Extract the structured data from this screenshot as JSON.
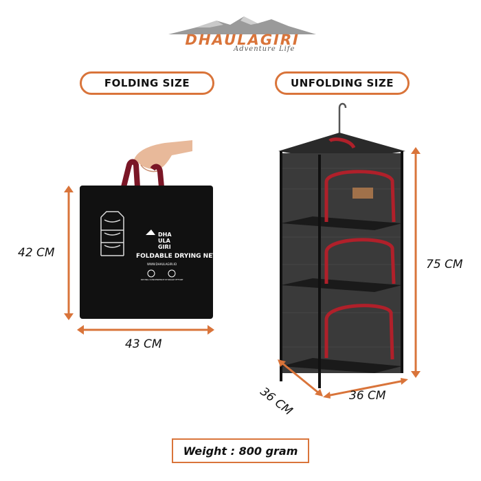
{
  "logo": {
    "brand": "DHAULAGIRI",
    "tagline": "Adventure Life"
  },
  "labels": {
    "folding": "FOLDING SIZE",
    "unfolding": "UNFOLDING SIZE"
  },
  "folding_dims": {
    "height": "42 CM",
    "width": "43 CM"
  },
  "unfolding_dims": {
    "height": "75 CM",
    "depth": "36 CM",
    "width": "36 CM"
  },
  "bag": {
    "brand_lines": [
      "DHA",
      "ULA",
      "GIRI"
    ],
    "product": "FOLDABLE DRYING NET",
    "website": "WWW.DHAULAGIRI.ID",
    "feature_1": "DRYING CONVENIENCE",
    "feature_2": "STORAGE EFFORT"
  },
  "weight": "Weight : 800 gram",
  "colors": {
    "accent": "#d9743a",
    "bag": "#111111",
    "handle": "#8b1a2b",
    "zipper": "#b0202a"
  }
}
